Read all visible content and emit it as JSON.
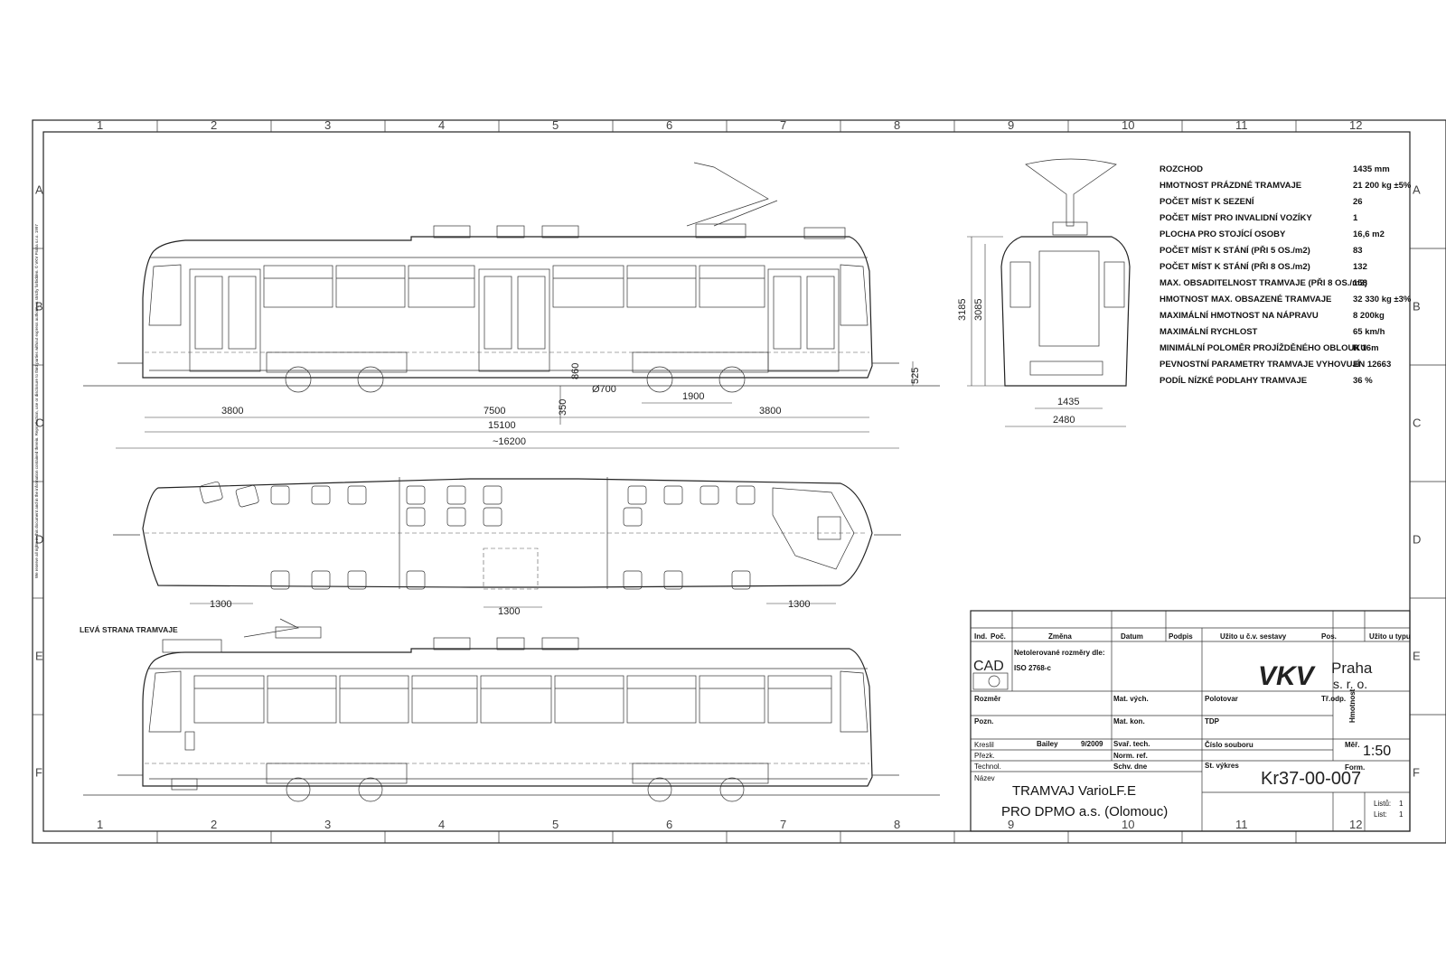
{
  "grid": {
    "cols": [
      "1",
      "2",
      "3",
      "4",
      "5",
      "6",
      "7",
      "8",
      "9",
      "10",
      "11",
      "12"
    ],
    "rows": [
      "A",
      "B",
      "C",
      "D",
      "E",
      "F"
    ]
  },
  "dimensions": {
    "d3800a": "3800",
    "d7500": "7500",
    "d3800b": "3800",
    "d15100": "15100",
    "d16200": "~16200",
    "d1900": "1900",
    "d700": "Ø700",
    "d860": "860",
    "d350": "350",
    "d525": "525",
    "d3185": "3185",
    "d3085": "3085",
    "d1435": "1435",
    "d2480": "2480",
    "d1300a": "1300",
    "d1300b": "1300",
    "d1300c": "1300"
  },
  "side_note": "LEVÁ STRANA TRAMVAJE",
  "copyright_note": "We reserve all rights in this document and in the information contained therein. Reproduction, use or disclosure to third parties without express authority is strictly forbidden. © VKV Praha s.r.o. 1997",
  "specs": [
    {
      "label": "ROZCHOD",
      "value": "1435 mm"
    },
    {
      "label": "HMOTNOST PRÁZDNÉ TRAMVAJE",
      "value": "21 200 kg ±5%"
    },
    {
      "label": "POČET MÍST K SEZENÍ",
      "value": "26"
    },
    {
      "label": "POČET MÍST PRO INVALIDNÍ VOZÍKY",
      "value": "1"
    },
    {
      "label": "PLOCHA PRO STOJÍCÍ OSOBY",
      "value": "16,6 m2"
    },
    {
      "label": "POČET MÍST K STÁNÍ (PŘI 5 OS./m2)",
      "value": "83"
    },
    {
      "label": "POČET MÍST K STÁNÍ (PŘI 8 OS./m2)",
      "value": "132"
    },
    {
      "label": "MAX. OBSADITELNOST TRAMVAJE (PŘI 8 OS./m2)",
      "value": "158"
    },
    {
      "label": "HMOTNOST MAX. OBSAZENÉ TRAMVAJE",
      "value": "32 330 kg ±3%"
    },
    {
      "label": "MAXIMÁLNÍ HMOTNOST NA NÁPRAVU",
      "value": "8 200kg"
    },
    {
      "label": "MAXIMÁLNÍ RYCHLOST",
      "value": "65 km/h"
    },
    {
      "label": "MINIMÁLNÍ POLOMĚR PROJÍŽDĚNÉHO OBLOUKU",
      "value": "R 16m"
    },
    {
      "label": "PEVNOSTNÍ PARAMETRY TRAMVAJE VYHOVUJÍ",
      "value": "EN 12663"
    },
    {
      "label": "PODÍL NÍZKÉ PODLAHY TRAMVAJE",
      "value": "36 %"
    }
  ],
  "title_block": {
    "hdr_ind": "Ind.",
    "hdr_poc": "Poč.",
    "hdr_zmena": "Změna",
    "hdr_datum": "Datum",
    "hdr_podpis": "Podpis",
    "hdr_uzito": "Užito u č.v. sestavy",
    "hdr_pos": "Pos.",
    "hdr_uzito_typu": "Užito u typu",
    "cad": "CAD",
    "tolerance1": "Netolerované rozměry dle:",
    "tolerance2": "ISO 2768-c",
    "rozmer": "Rozměr",
    "mat_vych": "Mat. vých.",
    "polotovar": "Polotovar",
    "tr_odp": "Tř.odp.",
    "hmotnost": "Hmotnost",
    "pozn": "Pozn.",
    "mat_kon": "Mat. kon.",
    "tdp": "TDP",
    "kreslil": "Kreslil",
    "kreslil_name": "Bailey",
    "kreslil_date": "9/2009",
    "svar_tech": "Svař. tech.",
    "cislo_souboru": "Číslo souboru",
    "meritko_lbl": "Měř.",
    "meritko": "1:50",
    "prezk": "Přezk.",
    "norm_ref": "Norm. ref.",
    "st_vykres": "St. výkres",
    "form": "Form.",
    "technol": "Technol.",
    "schv_dne": "Schv. dne",
    "nazev": "Název",
    "title1": "TRAMVAJ  VarioLF.E",
    "title2": "PRO DPMO a.s. (Olomouc)",
    "drawing_no": "Kr37-00-007",
    "listu_lbl": "Listů:",
    "listu": "1",
    "list_lbl": "List:",
    "list": "1",
    "logo": "VKV",
    "company1": "Praha",
    "company2": "s. r. o."
  }
}
